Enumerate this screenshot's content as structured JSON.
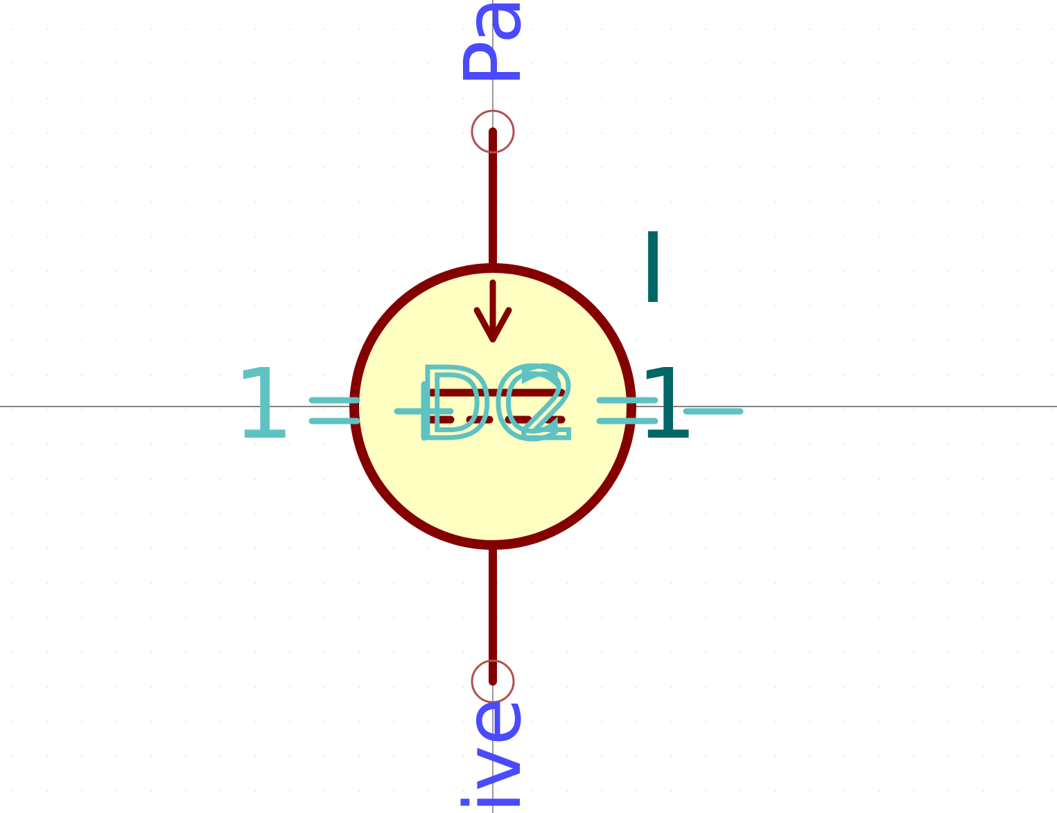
{
  "editor": {
    "pin_top_name": "Pa",
    "pin_bottom_name": "ive",
    "value_text": "I",
    "ref_left": "1",
    "ref_right": "1",
    "ref_center": "DC",
    "overlay_text": "2"
  },
  "colors": {
    "background": "#ffffff",
    "body_fill": "#ffffc2",
    "body_stroke": "#840000",
    "pin_name": "#4a4aff",
    "field_cyan": "#5ec2c2",
    "field_teal": "#006666",
    "grid_dot": "#d8d8d8",
    "axis_line": "#000000"
  }
}
